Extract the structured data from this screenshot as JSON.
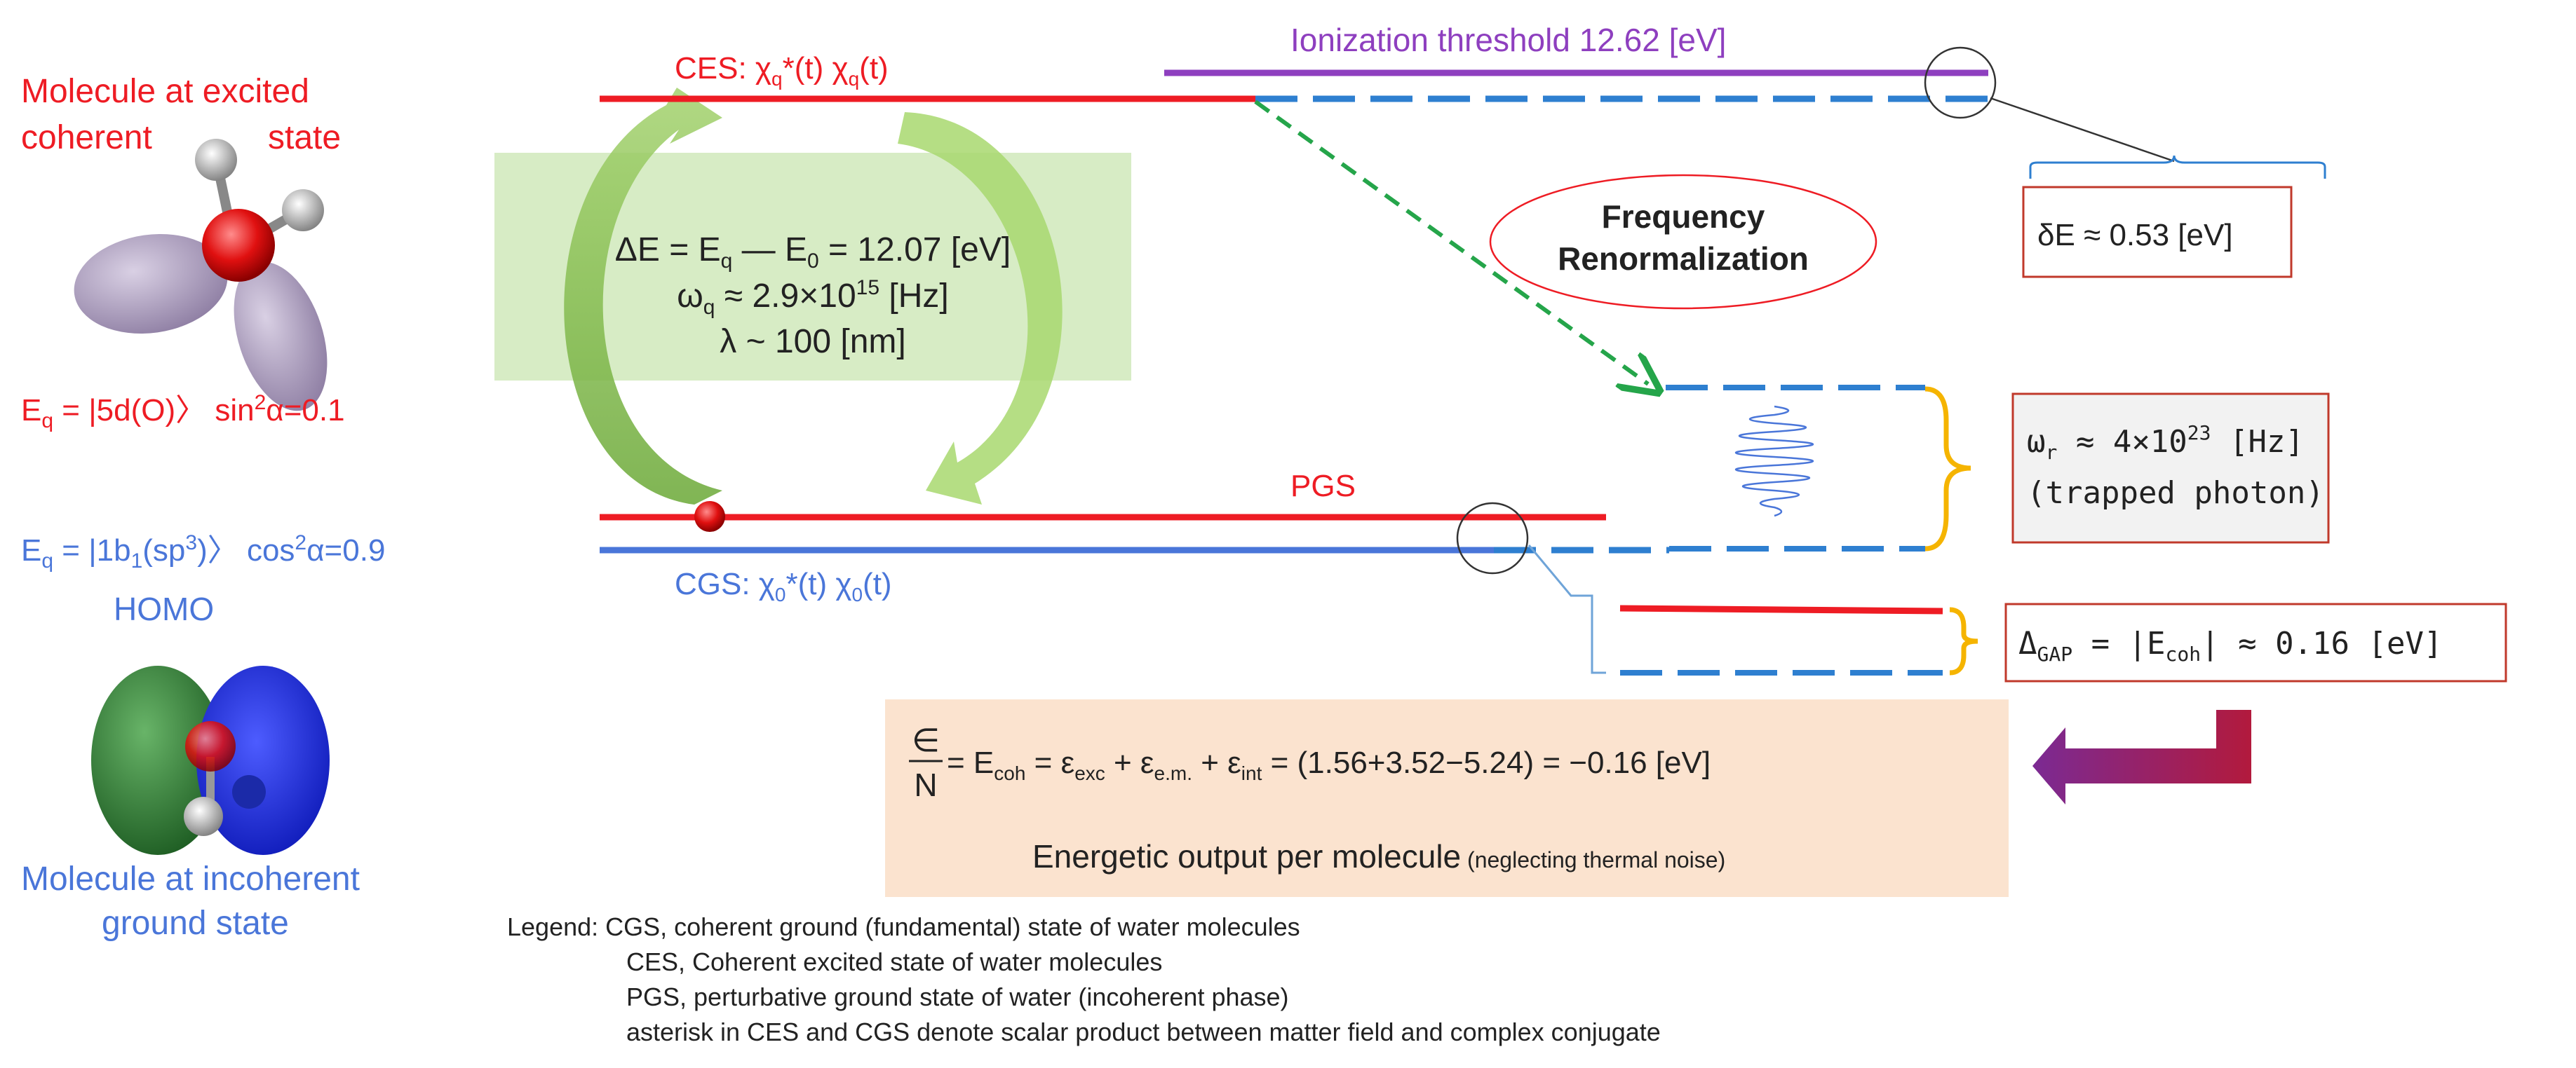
{
  "colors": {
    "red": "#ee1c24",
    "blue": "#4a76d9",
    "dashblue": "#2e7fd0",
    "purple": "#8e3fbf",
    "green_arrow": "#86c44a",
    "green_dash": "#25a54a",
    "orange": "#f5b400",
    "box_green": "#d7ecc5",
    "box_peach": "#fbe3cf",
    "box_border": "#c0392b"
  },
  "left": {
    "excited_title_1": "Molecule at excited",
    "excited_title_2": "coherent",
    "excited_title_3": "state",
    "eq_excited": "E",
    "eq_excited_sub": "q",
    "eq_excited_rest": " = |5d(O)〉 sin",
    "eq_excited_sup": "2",
    "eq_excited_tail": "α=0.1",
    "eq_ground": "E",
    "eq_ground_sub": "q",
    "eq_ground_rest": " = |1b",
    "eq_ground_sub2": "1",
    "eq_ground_mid": "(sp",
    "eq_ground_sup": "3",
    "eq_ground_close": ")〉 cos",
    "eq_ground_sup2": "2",
    "eq_ground_tail": "α=0.9",
    "homo": "HOMO",
    "ground_title_1": "Molecule at incoherent",
    "ground_title_2": "ground state"
  },
  "levels": {
    "ces_prefix": "CES: ",
    "ces_chi": "χ",
    "ces_sub1": "q",
    "ces_mid": "*(t) χ",
    "ces_sub2": "q",
    "ces_tail": "(t)",
    "pgs": "PGS",
    "cgs_prefix": "CGS: ",
    "cgs_chi": "χ",
    "cgs_sub1": "0",
    "cgs_mid": "*(t) χ",
    "cgs_sub2": "0",
    "cgs_tail": "(t)",
    "ionization": "Ionization threshold 12.62 [eV]"
  },
  "green_box": {
    "line1_a": "ΔE = E",
    "line1_sub1": "q",
    "line1_b": " — E",
    "line1_sub2": "0",
    "line1_c": " = 12.07 [eV]",
    "line2_a": "ω",
    "line2_sub": "q",
    "line2_b": " ≈ 2.9×10",
    "line2_sup": "15",
    "line2_c": " [Hz]",
    "line3": "λ ~ 100 [nm]"
  },
  "renorm": {
    "line1": "Frequency",
    "line2": "Renormalization"
  },
  "boxes": {
    "delta_e": "δE ≈ 0.53 [eV]",
    "omega_a": "ω",
    "omega_sub": "r",
    "omega_b": " ≈ 4×10",
    "omega_sup": "23",
    "omega_c": " [Hz]",
    "omega_line2": "(trapped photon)",
    "gap_a": "Δ",
    "gap_sub": "GAP",
    "gap_b": " = |E",
    "gap_sub2": "coh",
    "gap_c": "| ≈ 0.16 [eV]"
  },
  "energy": {
    "frac_num": "∈",
    "frac_den": "N",
    "eq_a": " = E",
    "eq_sub1": "coh",
    "eq_b": " = ε",
    "eq_sub2": "exc",
    "eq_c": " + ε",
    "eq_sub3": "e.m.",
    "eq_d": " + ε",
    "eq_sub4": "int",
    "eq_e": " = (1.56+3.52−5.24) = −0.16 [eV]",
    "output_main": "Energetic output per molecule",
    "output_note": " (neglecting thermal noise)"
  },
  "legend": {
    "label": "Legend: ",
    "line1": "CGS, coherent ground (fundamental) state of water molecules",
    "line2": "CES, Coherent excited state of water molecules",
    "line3": "PGS, perturbative ground state of water (incoherent phase)",
    "line4": "asterisk in CES and CGS denote scalar product between matter field and complex conjugate"
  }
}
